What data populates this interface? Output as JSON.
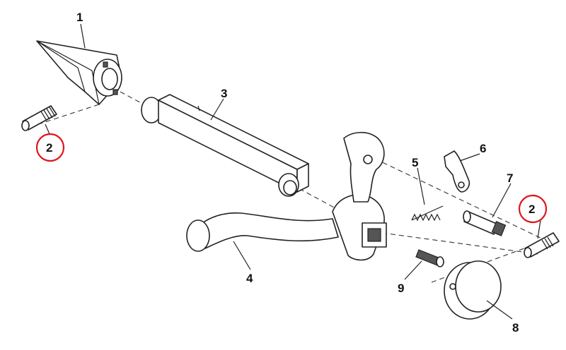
{
  "diagram": {
    "callouts": [
      {
        "id": "c1",
        "label": "1"
      },
      {
        "id": "c2a",
        "label": "2"
      },
      {
        "id": "c3",
        "label": "3"
      },
      {
        "id": "c4",
        "label": "4"
      },
      {
        "id": "c5",
        "label": "5"
      },
      {
        "id": "c6",
        "label": "6"
      },
      {
        "id": "c7",
        "label": "7"
      },
      {
        "id": "c2b",
        "label": "2"
      },
      {
        "id": "c8",
        "label": "8"
      },
      {
        "id": "c9",
        "label": "9"
      }
    ],
    "highlight_color": "#e0141b",
    "line_color": "#222222"
  }
}
